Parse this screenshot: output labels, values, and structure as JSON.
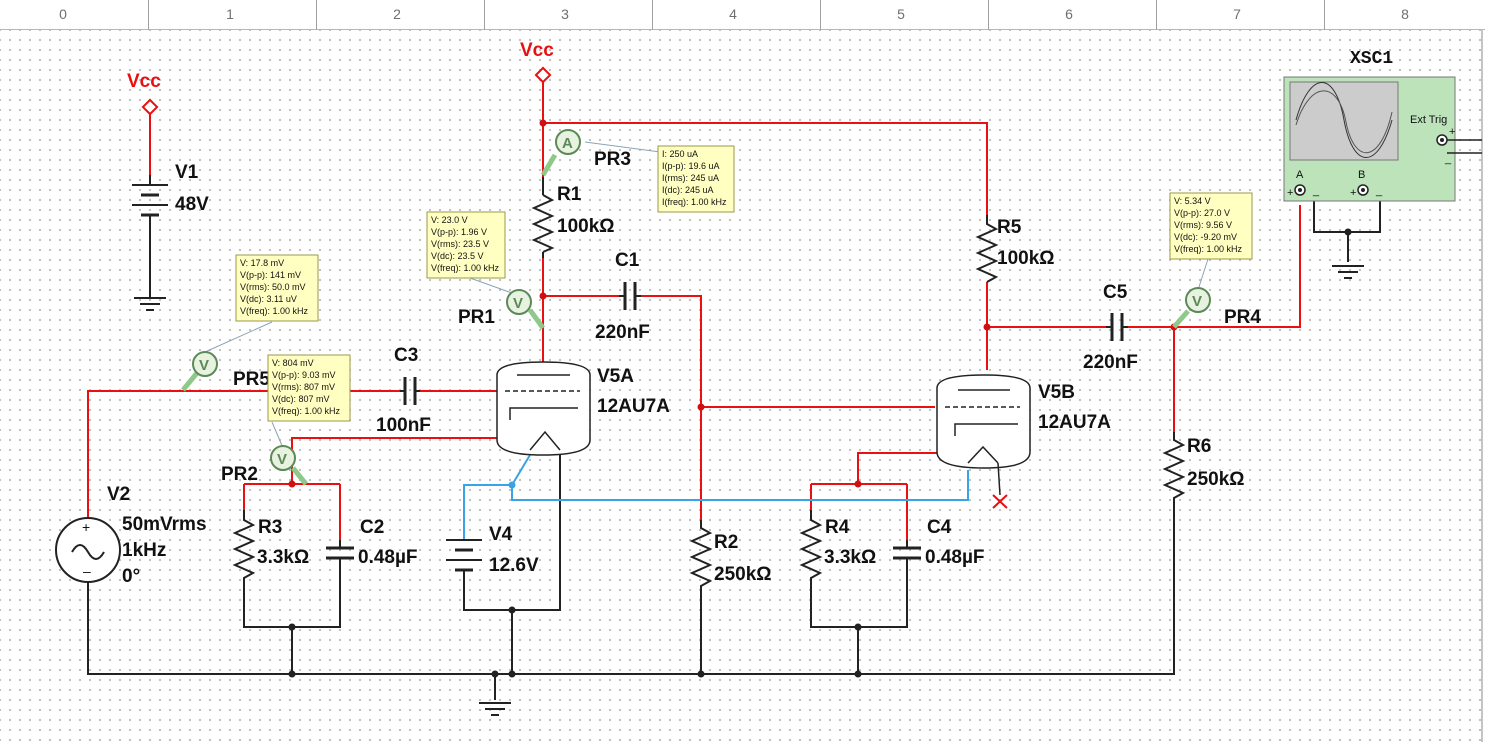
{
  "ruler": [
    "0",
    "1",
    "2",
    "3",
    "4",
    "5",
    "6",
    "7",
    "8"
  ],
  "power": [
    {
      "id": "vcc-left",
      "label": "Vcc"
    },
    {
      "id": "vcc-top",
      "label": "Vcc"
    }
  ],
  "components": {
    "V1": {
      "ref": "V1",
      "value": "48V"
    },
    "V2": {
      "ref": "V2",
      "line1": "50mVrms",
      "line2": "1kHz",
      "line3": "0°"
    },
    "V4": {
      "ref": "V4",
      "value": "12.6V"
    },
    "R1": {
      "ref": "R1",
      "value": "100kΩ"
    },
    "R2": {
      "ref": "R2",
      "value": "250kΩ"
    },
    "R3": {
      "ref": "R3",
      "value": "3.3kΩ"
    },
    "R4": {
      "ref": "R4",
      "value": "3.3kΩ"
    },
    "R5": {
      "ref": "R5",
      "value": "100kΩ"
    },
    "R6": {
      "ref": "R6",
      "value": "250kΩ"
    },
    "C1": {
      "ref": "C1",
      "value": "220nF"
    },
    "C2": {
      "ref": "C2",
      "value": "0.48µF"
    },
    "C3": {
      "ref": "C3",
      "value": "100nF"
    },
    "C4": {
      "ref": "C4",
      "value": "0.48µF"
    },
    "C5": {
      "ref": "C5",
      "value": "220nF"
    },
    "V5A": {
      "ref": "V5A",
      "value": "12AU7A"
    },
    "V5B": {
      "ref": "V5B",
      "value": "12AU7A"
    }
  },
  "probes": {
    "PR1": {
      "name": "PR1",
      "symbol": "V",
      "lines": [
        "V: 23.0 V",
        "V(p-p): 1.96 V",
        "V(rms): 23.5 V",
        "V(dc): 23.5 V",
        "V(freq): 1.00 kHz"
      ]
    },
    "PR2": {
      "name": "PR2",
      "symbol": "V",
      "lines": [
        "V: 804 mV",
        "V(p-p): 9.03 mV",
        "V(rms): 807 mV",
        "V(dc): 807 mV",
        "V(freq): 1.00 kHz"
      ]
    },
    "PR3": {
      "name": "PR3",
      "symbol": "A",
      "lines": [
        "I: 250 uA",
        "I(p-p): 19.6 uA",
        "I(rms): 245 uA",
        "I(dc): 245 uA",
        "I(freq): 1.00 kHz"
      ]
    },
    "PR4": {
      "name": "PR4",
      "symbol": "V",
      "lines": [
        "V: 5.34 V",
        "V(p-p): 27.0 V",
        "V(rms): 9.56 V",
        "V(dc): -9.20 mV",
        "V(freq): 1.00 kHz"
      ]
    },
    "PR5": {
      "name": "PR5",
      "symbol": "V",
      "lines": [
        "V: 17.8 mV",
        "V(p-p): 141 mV",
        "V(rms): 50.0 mV",
        "V(dc): 3.11 uV",
        "V(freq): 1.00 kHz"
      ]
    }
  },
  "scope": {
    "ref": "XSC1",
    "ext_trig": "Ext Trig",
    "ch_a": "A",
    "ch_b": "B",
    "plus": "+",
    "minus": "_"
  },
  "colors": {
    "wire": "#e81010",
    "ground_wire": "#222222",
    "heater_wire": "#3aa3e6",
    "probe": "#5c8a56",
    "scope_body": "#bde3bb"
  }
}
